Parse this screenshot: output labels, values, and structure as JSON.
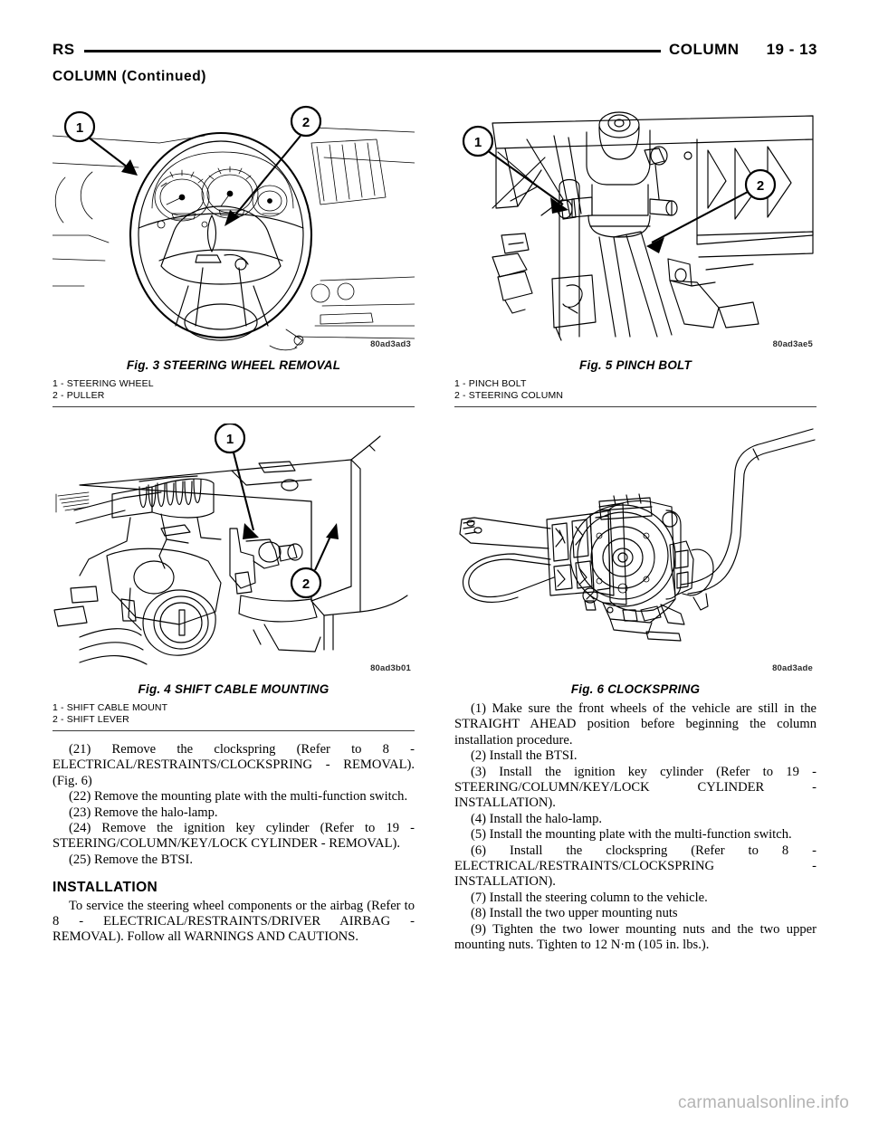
{
  "header": {
    "left_code": "RS",
    "section_title": "COLUMN",
    "page_number": "19 - 13",
    "continued": "COLUMN (Continued)"
  },
  "figures": [
    {
      "id": "fig3",
      "caption": "Fig. 3 STEERING WHEEL REMOVAL",
      "image_code": "80ad3ad3",
      "callouts": [
        "1",
        "2"
      ],
      "legend": [
        "1 - STEERING WHEEL",
        "2 - PULLER"
      ]
    },
    {
      "id": "fig5",
      "caption": "Fig. 5 PINCH BOLT",
      "image_code": "80ad3ae5",
      "callouts": [
        "1",
        "2"
      ],
      "legend": [
        "1 - PINCH BOLT",
        "2 - STEERING COLUMN"
      ]
    },
    {
      "id": "fig4",
      "caption": "Fig. 4 SHIFT CABLE MOUNTING",
      "image_code": "80ad3b01",
      "callouts": [
        "1",
        "2"
      ],
      "legend": [
        "1 - SHIFT CABLE MOUNT",
        "2 - SHIFT LEVER"
      ]
    },
    {
      "id": "fig6",
      "caption": "Fig. 6 CLOCKSPRING",
      "image_code": "80ad3ade",
      "callouts": [],
      "legend": []
    }
  ],
  "left_column": {
    "steps": [
      "(21) Remove the clockspring (Refer to 8 - ELECTRICAL/RESTRAINTS/CLOCKSPRING - REMOVAL). (Fig. 6)",
      "(22) Remove the mounting plate with the multi-function switch.",
      "(23) Remove the halo-lamp.",
      "(24) Remove the ignition key cylinder (Refer to 19 - STEERING/COLUMN/KEY/LOCK CYLINDER - REMOVAL).",
      "(25) Remove the BTSI."
    ],
    "section_heading": "INSTALLATION",
    "installation_intro": "To service the steering wheel components or the airbag (Refer to 8 - ELECTRICAL/RESTRAINTS/DRIVER AIRBAG - REMOVAL). Follow all WARNINGS AND CAUTIONS."
  },
  "right_column": {
    "steps": [
      "(1) Make sure the front wheels of the vehicle are still in the STRAIGHT AHEAD position before beginning the column installation procedure.",
      "(2) Install the BTSI.",
      "(3) Install the ignition key cylinder (Refer to 19 - STEERING/COLUMN/KEY/LOCK CYLINDER - INSTALLATION).",
      "(4) Install the halo-lamp.",
      "(5) Install the mounting plate with the multi-function switch.",
      "(6) Install the clockspring (Refer to 8 - ELECTRICAL/RESTRAINTS/CLOCKSPRING - INSTALLATION).",
      "(7) Install the steering column to the vehicle.",
      "(8) Install the two upper mounting nuts",
      "(9) Tighten the two lower mounting nuts and the two upper mounting nuts. Tighten to 12 N·m (105 in. lbs.)."
    ]
  },
  "footer": {
    "watermark": "carmanualsonline.info"
  }
}
